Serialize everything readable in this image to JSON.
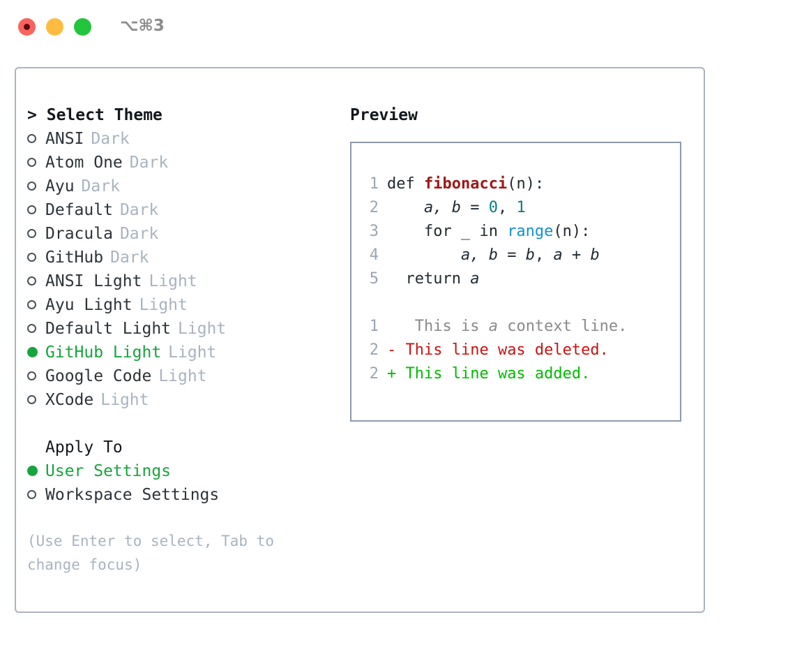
{
  "titlebar": {
    "shortcut": "⌥⌘3",
    "lights": [
      {
        "name": "close",
        "color": "#fc625d"
      },
      {
        "name": "minimize",
        "color": "#fdbc40"
      },
      {
        "name": "maximize",
        "color": "#22c53e"
      }
    ]
  },
  "theme_picker": {
    "header": "Select Theme",
    "caret": ">",
    "marker_unselected": "○",
    "marker_selected": "●",
    "items": [
      {
        "name": "ANSI",
        "tag": "Dark",
        "selected": false
      },
      {
        "name": "Atom One",
        "tag": "Dark",
        "selected": false
      },
      {
        "name": "Ayu",
        "tag": "Dark",
        "selected": false
      },
      {
        "name": "Default",
        "tag": "Dark",
        "selected": false
      },
      {
        "name": "Dracula",
        "tag": "Dark",
        "selected": false
      },
      {
        "name": "GitHub",
        "tag": "Dark",
        "selected": false
      },
      {
        "name": "ANSI Light",
        "tag": "Light",
        "selected": false
      },
      {
        "name": "Ayu Light",
        "tag": "Light",
        "selected": false
      },
      {
        "name": "Default Light",
        "tag": "Light",
        "selected": false
      },
      {
        "name": "GitHub Light",
        "tag": "Light",
        "selected": true
      },
      {
        "name": "Google Code",
        "tag": "Light",
        "selected": false
      },
      {
        "name": "XCode",
        "tag": "Light",
        "selected": false
      }
    ]
  },
  "apply_to": {
    "header": "Apply To",
    "items": [
      {
        "name": "User Settings",
        "selected": true
      },
      {
        "name": "Workspace Settings",
        "selected": false
      }
    ]
  },
  "hint": "(Use Enter to select, Tab to change focus)",
  "preview": {
    "title": "Preview",
    "code_lines": [
      {
        "ln": "1",
        "tokens": [
          {
            "text": "def ",
            "type": "kw"
          },
          {
            "text": "fibonacci",
            "type": "fn"
          },
          {
            "text": "(n):",
            "type": "plain"
          }
        ]
      },
      {
        "ln": "2",
        "tokens": [
          {
            "text": "    ",
            "type": "plain"
          },
          {
            "text": "a, b",
            "type": "var"
          },
          {
            "text": " = ",
            "type": "plain"
          },
          {
            "text": "0",
            "type": "num"
          },
          {
            "text": ", ",
            "type": "plain"
          },
          {
            "text": "1",
            "type": "num"
          }
        ]
      },
      {
        "ln": "3",
        "tokens": [
          {
            "text": "    for _ in ",
            "type": "kw"
          },
          {
            "text": "range",
            "type": "call"
          },
          {
            "text": "(n):",
            "type": "plain"
          }
        ]
      },
      {
        "ln": "4",
        "tokens": [
          {
            "text": "        ",
            "type": "plain"
          },
          {
            "text": "a, b",
            "type": "var"
          },
          {
            "text": " = ",
            "type": "plain"
          },
          {
            "text": "b",
            "type": "var"
          },
          {
            "text": ", ",
            "type": "plain"
          },
          {
            "text": "a",
            "type": "var"
          },
          {
            "text": " + ",
            "type": "plain"
          },
          {
            "text": "b",
            "type": "var"
          }
        ]
      },
      {
        "ln": "5",
        "tokens": [
          {
            "text": "  return ",
            "type": "kw"
          },
          {
            "text": "a",
            "type": "var"
          }
        ]
      }
    ],
    "diff_lines": [
      {
        "ln": "1",
        "marker": " ",
        "text": "  This is ",
        "italic_text": "a",
        "rest": " context line.",
        "type": "ctx"
      },
      {
        "ln": "2",
        "marker": "-",
        "text": " This line was deleted.",
        "type": "del"
      },
      {
        "ln": "2",
        "marker": "+",
        "text": " This line was added.",
        "type": "add"
      }
    ]
  },
  "colors": {
    "accent_green": "#17a43c",
    "muted": "#a9b3c0",
    "text": "#2d3338",
    "diff_delete": "#cc1111",
    "diff_add": "#00bb00",
    "syntax_function": "#a01818",
    "syntax_number": "#0b7d7d",
    "syntax_call": "#1290cf",
    "border": "#aab3c1",
    "preview_border": "#8d9aab"
  }
}
